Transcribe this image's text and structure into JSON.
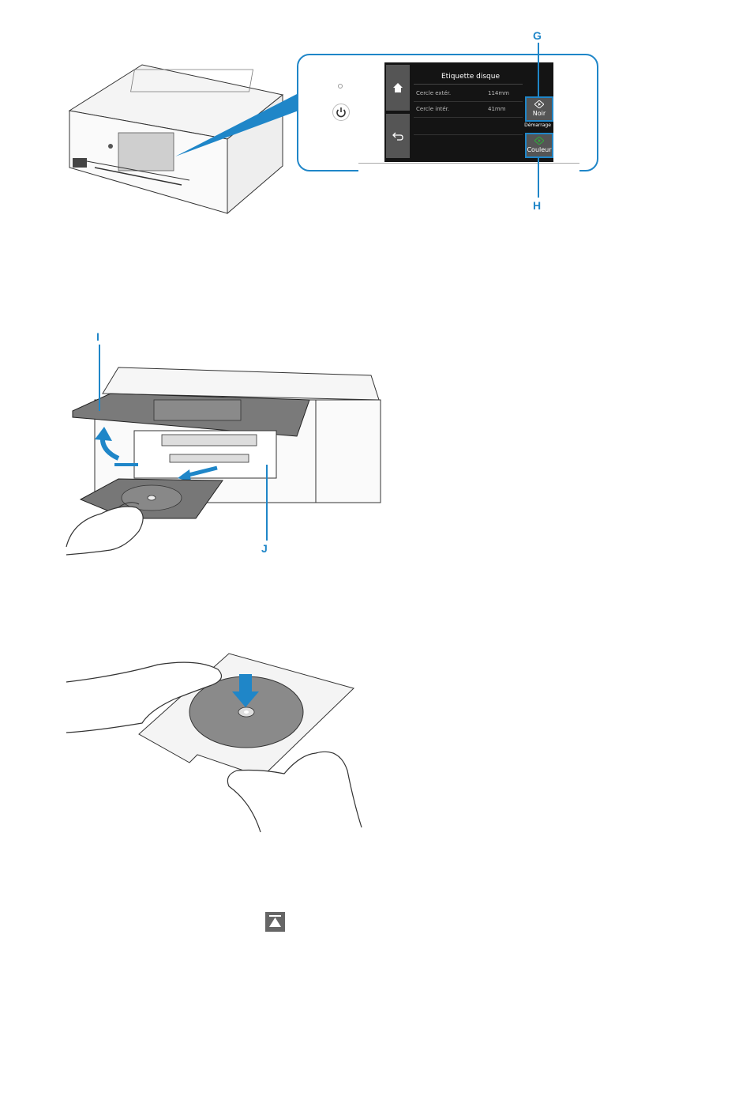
{
  "figure1": {
    "panel": {
      "title": "Etiquette disque",
      "rows": [
        {
          "label": "Cercle extér.",
          "value": "114mm"
        },
        {
          "label": "Cercle intér.",
          "value": "41mm"
        }
      ],
      "start_label": "Démarrage",
      "black_button": "Noir",
      "color_button": "Couleur"
    },
    "callouts": {
      "g": "G",
      "h": "H"
    }
  },
  "figure2": {
    "callouts": {
      "i": "I",
      "j": "J"
    }
  },
  "colors": {
    "accent": "#1f86c8",
    "screen_bg": "#141414",
    "button_bg": "#555555",
    "green": "#2fae3a"
  },
  "icons": [
    "power-icon",
    "home-icon",
    "back-icon",
    "black-start-icon",
    "color-start-icon",
    "page-top-icon"
  ]
}
